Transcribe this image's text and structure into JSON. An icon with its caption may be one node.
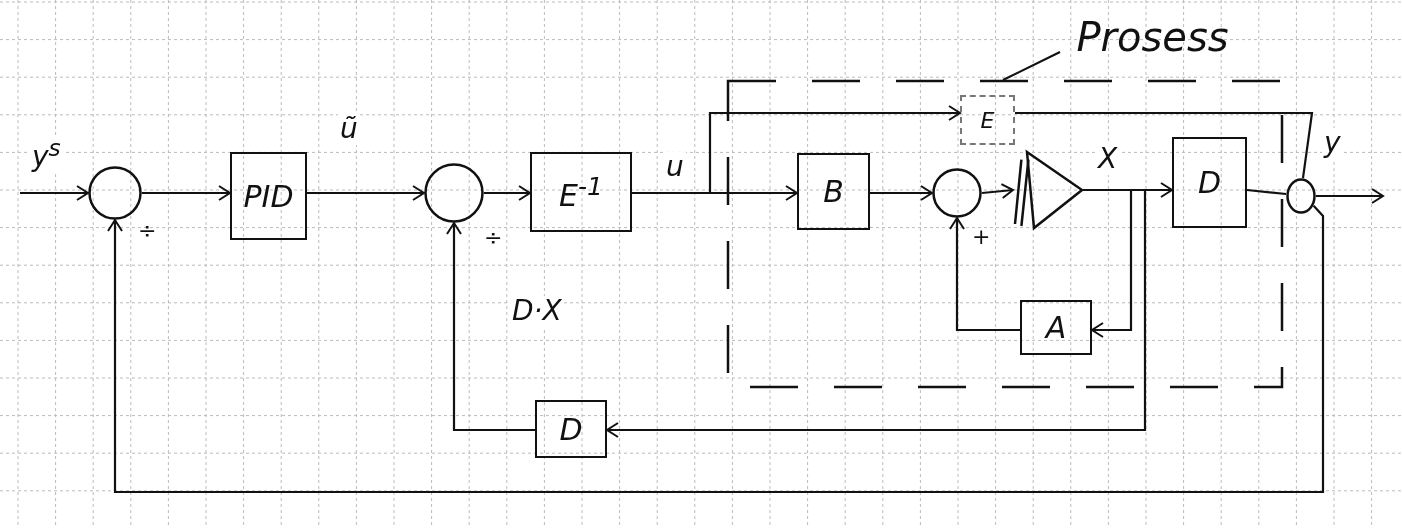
{
  "diagram": {
    "nodes": [
      {
        "text": [],
        "shape": "circle",
        "beside": [
          "÷"
        ]
      },
      {
        "text": [
          "PID"
        ]
      },
      {
        "text": [],
        "shape": "circle",
        "beside": [
          "÷"
        ]
      },
      {
        "text": [
          "E$^{-1}$"
        ]
      },
      {
        "text": [],
        "shape": "box"
      },
      {
        "text": [
          "B"
        ],
        "in": 4
      },
      {
        "text": [],
        "shape": "circle",
        "in": 4,
        "beside": [
          "+"
        ]
      },
      {
        "text": [],
        "shape": "triangle",
        "in": 4
      },
      {
        "text": [
          "E"
        ],
        "in": 4
      },
      {
        "text": [
          "D"
        ],
        "in": 4
      },
      {
        "text": [],
        "shape": "circle"
      },
      {
        "text": [
          "A"
        ],
        "in": 4
      },
      {
        "text": [
          "D"
        ]
      },
      {
        "text": [
          "Prosess"
        ]
      }
    ],
    "edges": [
      {
        "from": null,
        "to": 0,
        "arrow": "to",
        "label": "y$^{s}$"
      },
      {
        "from": 0,
        "to": 1,
        "arrow": "to"
      },
      {
        "from": 1,
        "to": 2,
        "arrow": "to",
        "label": "ũ"
      },
      {
        "from": 2,
        "to": 3,
        "arrow": "to"
      },
      {
        "from": 3,
        "to": 5,
        "arrow": "to",
        "label": "u"
      },
      {
        "from": 3,
        "to": 8,
        "arrow": "to"
      },
      {
        "from": 5,
        "to": 6,
        "arrow": "to"
      },
      {
        "from": 6,
        "to": 7,
        "arrow": "to"
      },
      {
        "from": 7,
        "to": 9,
        "arrow": "to",
        "label": "X"
      },
      {
        "from": 7,
        "to": 11,
        "arrow": "to"
      },
      {
        "from": 7,
        "to": 12,
        "arrow": "to"
      },
      {
        "from": 11,
        "to": 6,
        "arrow": "to"
      },
      {
        "from": 12,
        "to": 2,
        "arrow": "to",
        "label": "D·X"
      },
      {
        "from": 9,
        "to": 10,
        "arrow": "none"
      },
      {
        "from": 8,
        "to": 10,
        "arrow": "none"
      },
      {
        "from": 10,
        "to": null,
        "arrow": "to",
        "label": "y"
      },
      {
        "from": 10,
        "to": 0,
        "arrow": "to"
      },
      {
        "from": 13,
        "to": 4,
        "arrow": "none"
      }
    ]
  }
}
